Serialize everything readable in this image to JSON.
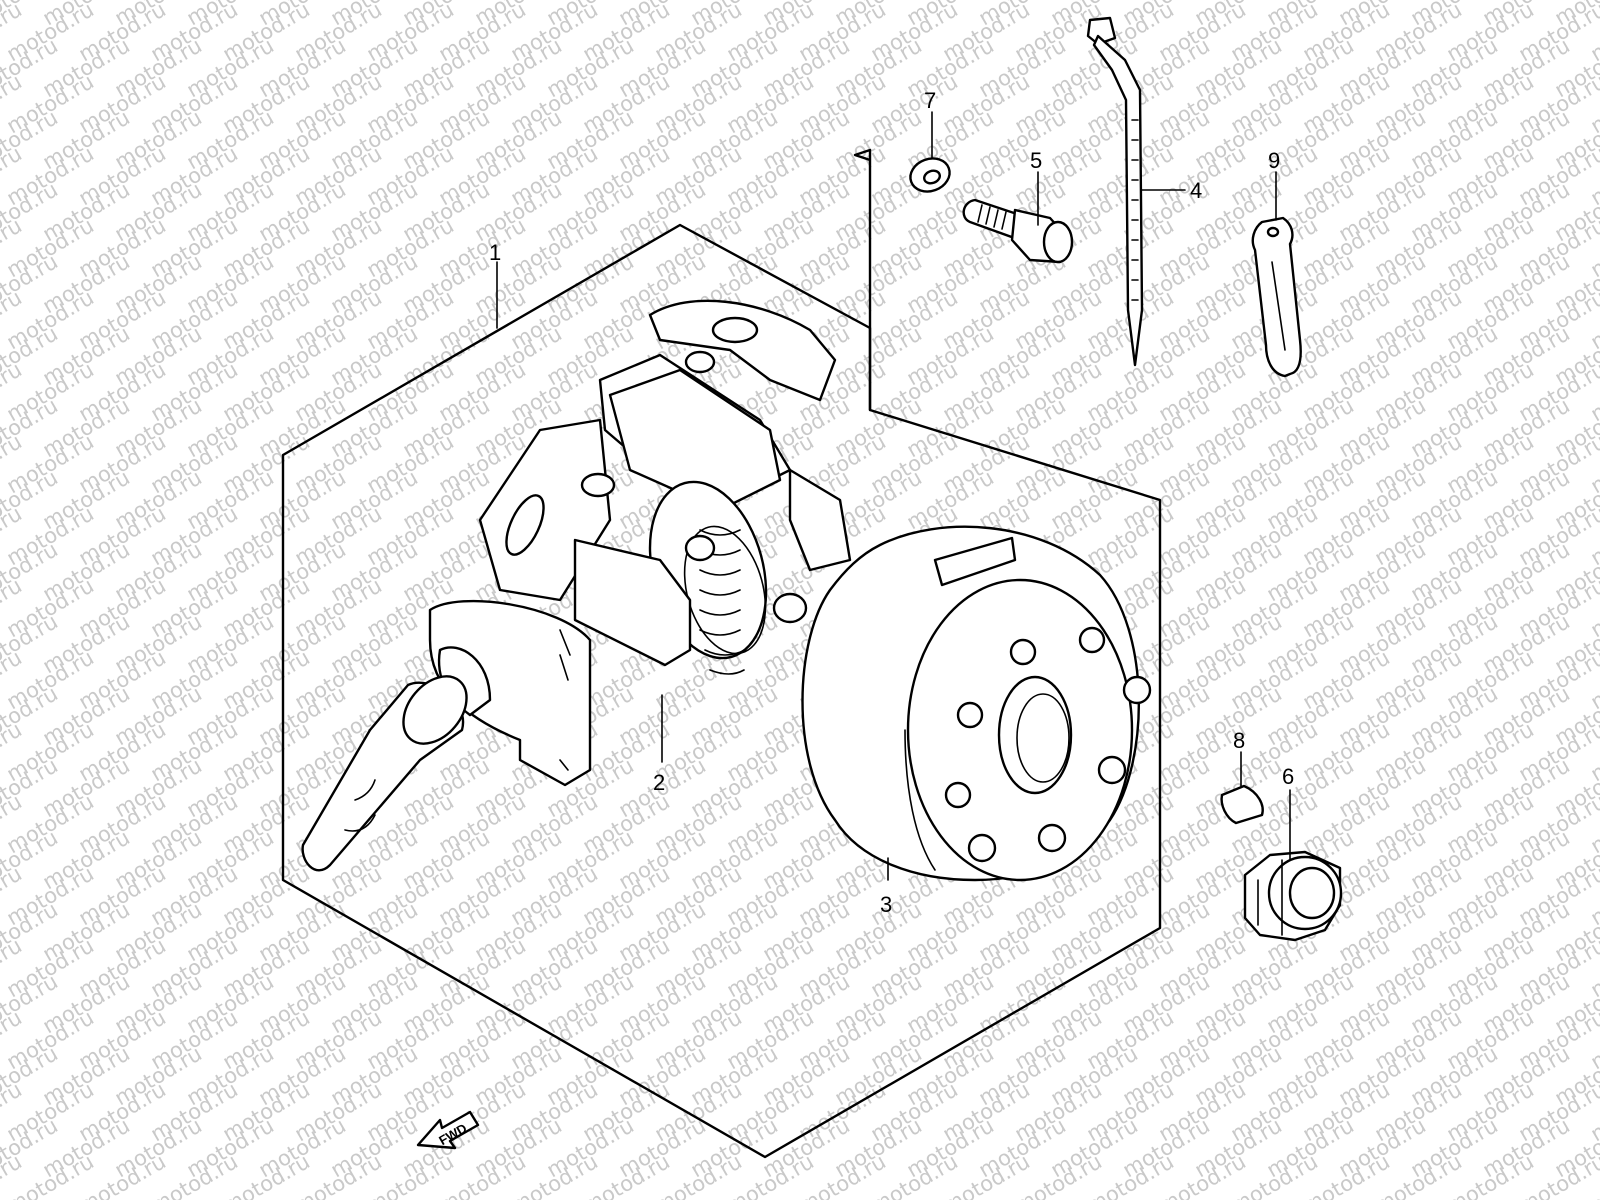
{
  "watermark": {
    "text": "motod.ru"
  },
  "callouts": [
    {
      "id": "1",
      "label": "1"
    },
    {
      "id": "2",
      "label": "2"
    },
    {
      "id": "3",
      "label": "3"
    },
    {
      "id": "4",
      "label": "4"
    },
    {
      "id": "5",
      "label": "5"
    },
    {
      "id": "6",
      "label": "6"
    },
    {
      "id": "7",
      "label": "7"
    },
    {
      "id": "8",
      "label": "8"
    },
    {
      "id": "9",
      "label": "9"
    }
  ],
  "direction_indicator": {
    "label": "FWD"
  }
}
